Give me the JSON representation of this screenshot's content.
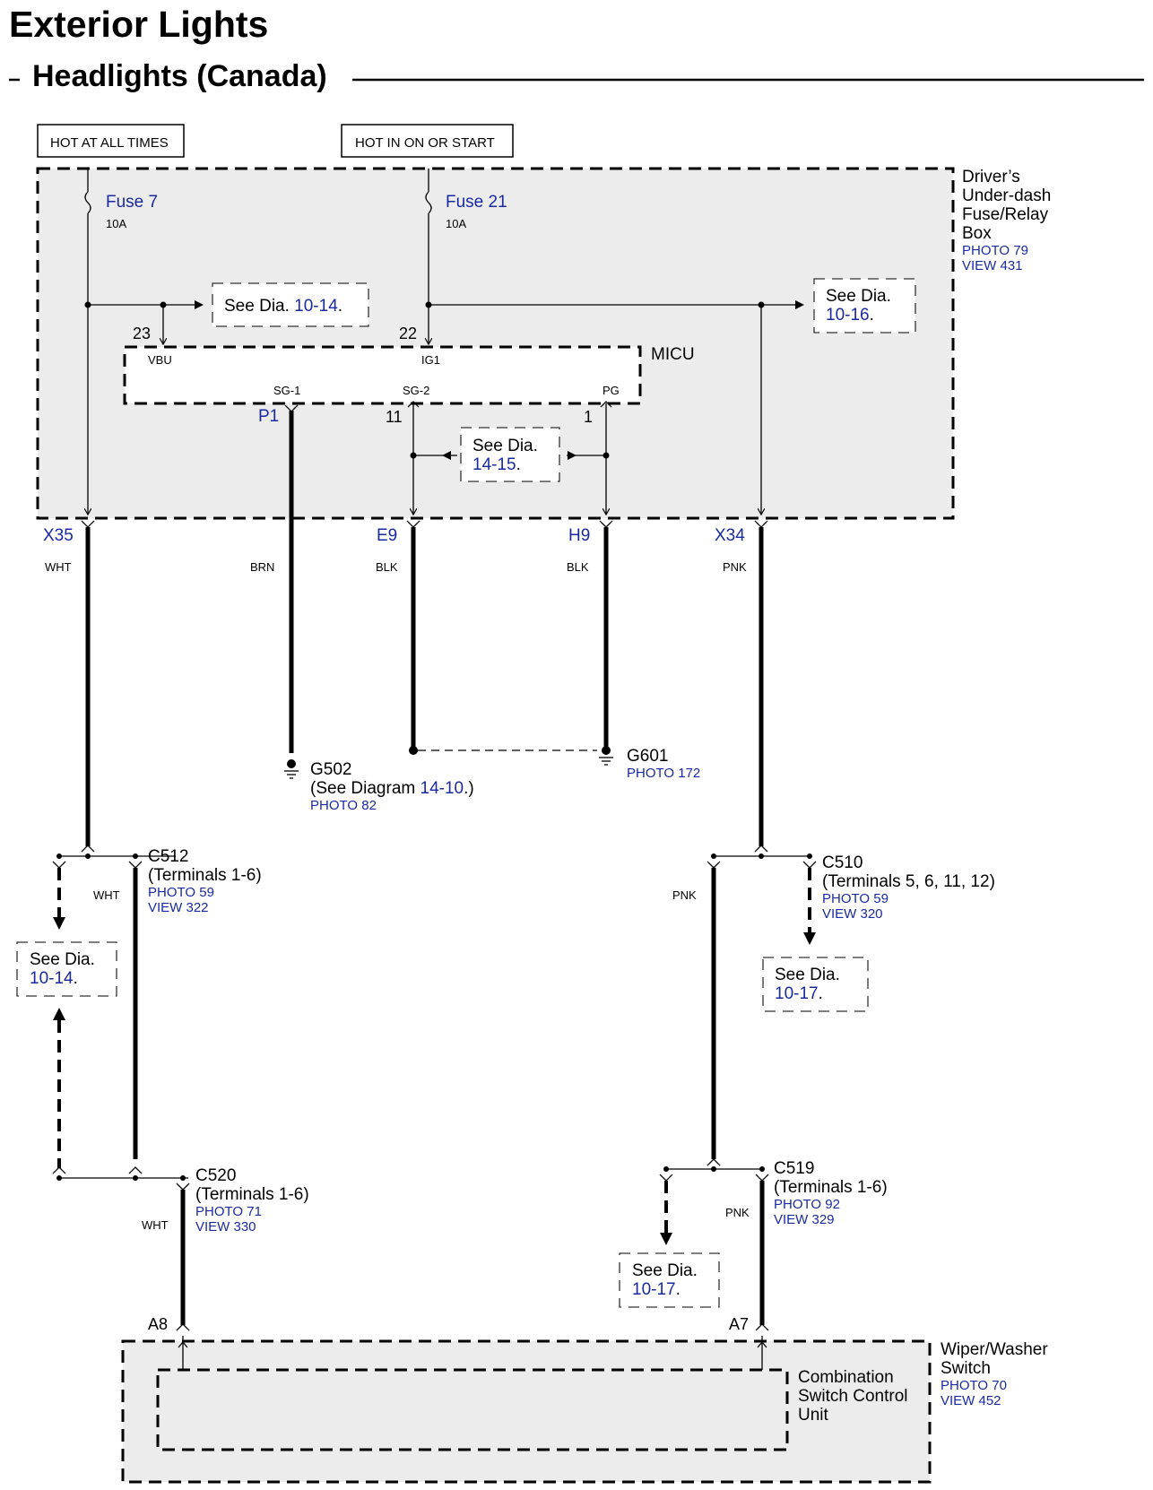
{
  "title": "Exterior Lights",
  "subtitle": "Headlights (Canada)",
  "power": {
    "hot_at_all_times": "HOT AT ALL TIMES",
    "hot_in_on": "HOT IN ON OR START"
  },
  "fuse_box": {
    "name_line1": "Driver’s",
    "name_line2": "Under-dash",
    "name_line3": "Fuse/Relay",
    "name_line4": "Box",
    "photo": "PHOTO 79",
    "view": "VIEW 431",
    "fuse7": {
      "name": "Fuse 7",
      "rating": "10A"
    },
    "fuse21": {
      "name": "Fuse 21",
      "rating": "10A"
    }
  },
  "micu": {
    "name": "MICU",
    "pin_vbu_num": "23",
    "pin_vbu": "VBU",
    "pin_ig1_num": "22",
    "pin_ig1": "IG1",
    "pin_sg1": "SG-1",
    "pin_sg1_num": "P1",
    "pin_sg2": "SG-2",
    "pin_sg2_num": "11",
    "pin_pg": "PG",
    "pin_pg_num": "1"
  },
  "refs": {
    "see": "See",
    "dia": "Dia.",
    "dot": ".",
    "r1014": "10-14",
    "r1016": "10-16",
    "r1415": "14-15",
    "r1017": "10-17"
  },
  "terminals": {
    "x35": "X35",
    "e9": "E9",
    "h9": "H9",
    "x34": "X34"
  },
  "wire_colors": {
    "wht": "WHT",
    "brn": "BRN",
    "blk": "BLK",
    "pnk": "PNK"
  },
  "grounds": {
    "g502": "G502",
    "g502_note_a": "(See Diagram ",
    "g502_note_ref": "14-10",
    "g502_note_b": ".)",
    "g502_photo": "PHOTO 82",
    "g601": "G601",
    "g601_photo": "PHOTO 172"
  },
  "connectors": {
    "c512": {
      "name": "C512",
      "terms": "(Terminals 1-6)",
      "photo": "PHOTO 59",
      "view": "VIEW 322"
    },
    "c510": {
      "name": "C510",
      "terms": "(Terminals 5, 6, 11, 12)",
      "photo": "PHOTO 59",
      "view": "VIEW 320"
    },
    "c520": {
      "name": "C520",
      "terms": "(Terminals 1-6)",
      "photo": "PHOTO 71",
      "view": "VIEW 330"
    },
    "c519": {
      "name": "C519",
      "terms": "(Terminals 1-6)",
      "photo": "PHOTO 92",
      "view": "VIEW 329"
    }
  },
  "switch": {
    "a8": "A8",
    "a7": "A7",
    "unit_line1": "Combination",
    "unit_line2": "Switch Control",
    "unit_line3": "Unit",
    "name_line1": "Wiper/Washer",
    "name_line2": "Switch",
    "photo": "PHOTO 70",
    "view": "VIEW 452"
  }
}
